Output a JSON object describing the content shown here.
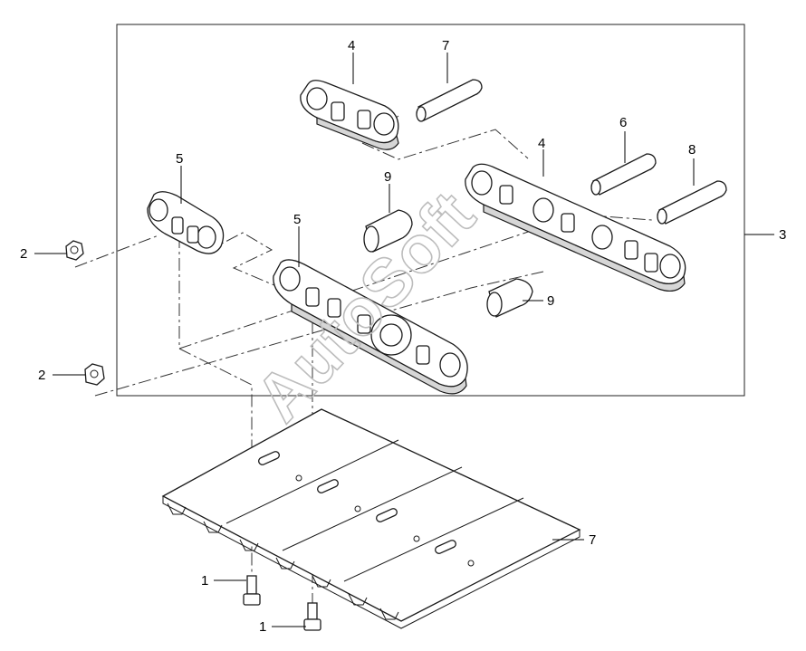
{
  "diagram": {
    "watermark": "AutoSoft",
    "callouts": [
      {
        "id": "c1a",
        "label": "1"
      },
      {
        "id": "c1b",
        "label": "1"
      },
      {
        "id": "c2a",
        "label": "2"
      },
      {
        "id": "c2b",
        "label": "2"
      },
      {
        "id": "c3",
        "label": "3"
      },
      {
        "id": "c4a",
        "label": "4"
      },
      {
        "id": "c4b",
        "label": "4"
      },
      {
        "id": "c5a",
        "label": "5"
      },
      {
        "id": "c5b",
        "label": "5"
      },
      {
        "id": "c6",
        "label": "6"
      },
      {
        "id": "c7a",
        "label": "7"
      },
      {
        "id": "c7b",
        "label": "7"
      },
      {
        "id": "c8",
        "label": "8"
      },
      {
        "id": "c9a",
        "label": "9"
      },
      {
        "id": "c9b",
        "label": "9"
      }
    ]
  }
}
